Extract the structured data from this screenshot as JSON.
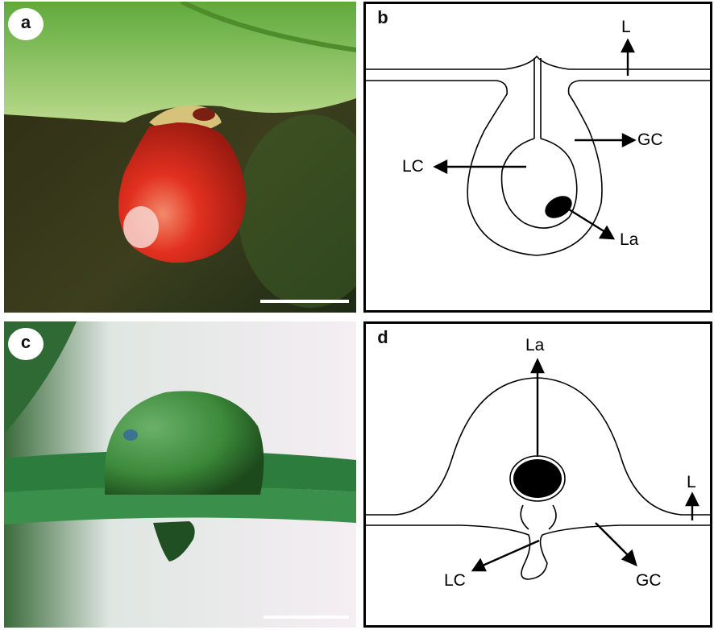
{
  "panels": [
    {
      "id": "a",
      "letter": "a",
      "kind": "photograph"
    },
    {
      "id": "b",
      "letter": "b",
      "kind": "schematic",
      "labels": {
        "leaf": "L",
        "gall_chamber": "GC",
        "larval_chamber": "LC",
        "larva": "La"
      }
    },
    {
      "id": "c",
      "letter": "c",
      "kind": "photograph"
    },
    {
      "id": "d",
      "letter": "d",
      "kind": "schematic",
      "labels": {
        "larva": "La",
        "leaf": "L",
        "larval_chamber": "LC",
        "gall_chamber": "GC"
      }
    }
  ],
  "colors": {
    "panel_border": "#000000",
    "gall_a": "#e2301f",
    "gall_c": "#3c8a3a",
    "leaf_a": "#8fc46a",
    "larva_fill": "#000000"
  }
}
